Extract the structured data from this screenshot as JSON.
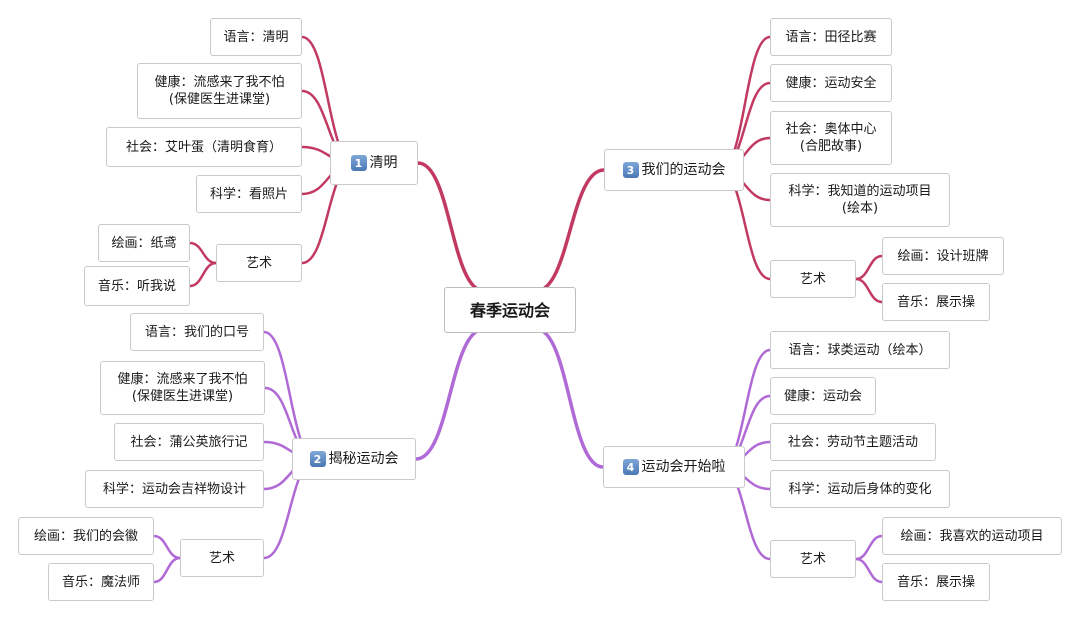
{
  "colors": {
    "top_links": "#c23a62",
    "bottom_links": "#b06ad6"
  },
  "root": "春季运动会",
  "b1": {
    "badge": "1",
    "label": "清明",
    "c1": "语言：清明",
    "c2": "健康：流感来了我不怕\n(保健医生进课堂)",
    "c3": "社会：艾叶蛋（清明食育）",
    "c4": "科学：看照片",
    "c5": {
      "label": "艺术",
      "g1": "绘画：纸鸢",
      "g2": "音乐：听我说"
    }
  },
  "b2": {
    "badge": "2",
    "label": "揭秘运动会",
    "c1": "语言：我们的口号",
    "c2": "健康：流感来了我不怕\n(保健医生进课堂)",
    "c3": "社会：蒲公英旅行记",
    "c4": "科学：运动会吉祥物设计",
    "c5": {
      "label": "艺术",
      "g1": "绘画：我们的会徽",
      "g2": "音乐：魔法师"
    }
  },
  "b3": {
    "badge": "3",
    "label": "我们的运动会",
    "c1": "语言：田径比赛",
    "c2": "健康：运动安全",
    "c3": "社会：奥体中心\n(合肥故事)",
    "c4": "科学：我知道的运动项目\n(绘本)",
    "c5": {
      "label": "艺术",
      "g1": "绘画：设计班牌",
      "g2": "音乐：展示操"
    }
  },
  "b4": {
    "badge": "4",
    "label": "运动会开始啦",
    "c1": "语言：球类运动（绘本）",
    "c2": "健康：运动会",
    "c3": "社会：劳动节主题活动",
    "c4": "科学：运动后身体的变化",
    "c5": {
      "label": "艺术",
      "g1": "绘画：我喜欢的运动项目",
      "g2": "音乐：展示操"
    }
  }
}
